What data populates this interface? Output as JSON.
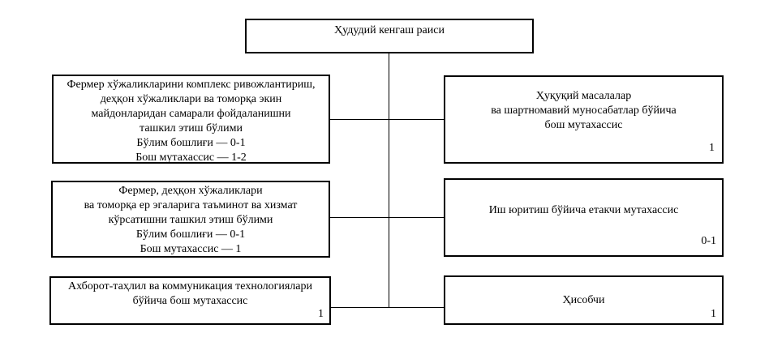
{
  "diagram": {
    "type": "org-chart",
    "title_box": {
      "label": "Ҳудудий кенгаш раиси"
    },
    "left_column": [
      {
        "id": "farm-complex-development-dept",
        "lines": [
          "Фермер хўжаликларини комплекс ривожлантириш,",
          "деҳқон хўжаликлари ва томорқа экин",
          "майдонларидан самарали фойдаланишни",
          "ташкил этиш бўлими",
          "Бўлим бошлиғи — 0-1",
          "Бош мутахассис — 1-2"
        ]
      },
      {
        "id": "supply-and-service-dept",
        "lines": [
          "Фермер, деҳқон хўжаликлари",
          "ва томорқа ер эгаларига таъминот ва хизмат",
          "кўрсатишни ташкил этиш бўлими",
          "Бўлим бошлиғи — 0-1",
          "Бош мутахассис — 1"
        ]
      },
      {
        "id": "information-analysis-ict-specialist",
        "lines": [
          "Ахборот-таҳлил ва коммуникация технологиялари",
          "бўйича бош мутахассис"
        ],
        "count": "1"
      }
    ],
    "right_column": [
      {
        "id": "legal-affairs-specialist",
        "lines": [
          "Ҳуқуқий масалалар",
          "ва шартномавий муносабатлар бўйича",
          "бош мутахассис"
        ],
        "count": "1"
      },
      {
        "id": "records-management-specialist",
        "lines": [
          "Иш юритиш бўйича етакчи мутахассис"
        ],
        "count": "0-1"
      },
      {
        "id": "accountant",
        "lines": [
          "Ҳисобчи"
        ],
        "count": "1"
      }
    ],
    "colors": {
      "background": "#ffffff",
      "border": "#000000",
      "text": "#000000",
      "connector": "#000000"
    }
  }
}
